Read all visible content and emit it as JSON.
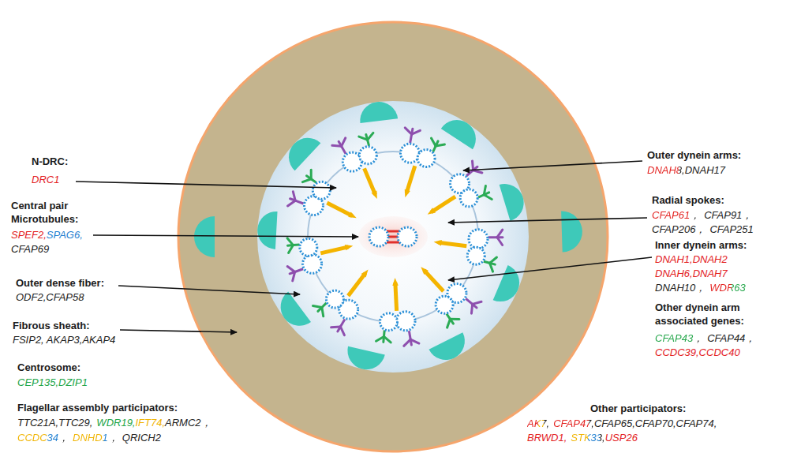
{
  "diagram": {
    "labels": [
      "N-DRC:",
      "DRC1",
      "Central pair Microtubules:",
      "SPEF2,",
      "SPAG6,",
      "CFAP69",
      "Outer dense fiber:",
      "ODF2,CFAP58",
      "Fibrous sheath:",
      "FSIP2, AKAP3,AKAP4",
      "Centrosome:",
      "CEP135,DZIP1",
      "Flagellar assembly participators:",
      "TTC21A,TTC29,",
      "WDR19,",
      "IFT74,",
      "ARMC2，",
      "CCDC34，",
      "DNHD1，",
      "QRICH2",
      "Outer dynein arms:",
      "DNAH8,",
      "DNAH17",
      "Radial spokes:",
      "CFAP61，",
      "CFAP91，",
      "CFAP206，",
      "CFAP251",
      "Inner dynein arms:",
      "DNAH1,DNAH2",
      "DNAH6,DNAH7",
      "DNAH10，",
      "WDR63",
      "Other dynein arm associated genes:",
      "CFAP43，",
      "CFAP44，",
      "CCDC39,CCDC40",
      "Other participators:",
      "AK7,",
      "CFAP47,",
      "CFAP65,CFAP70,CFAP74,",
      "BRWD1,",
      "STK33,",
      "USP26"
    ]
  }
}
